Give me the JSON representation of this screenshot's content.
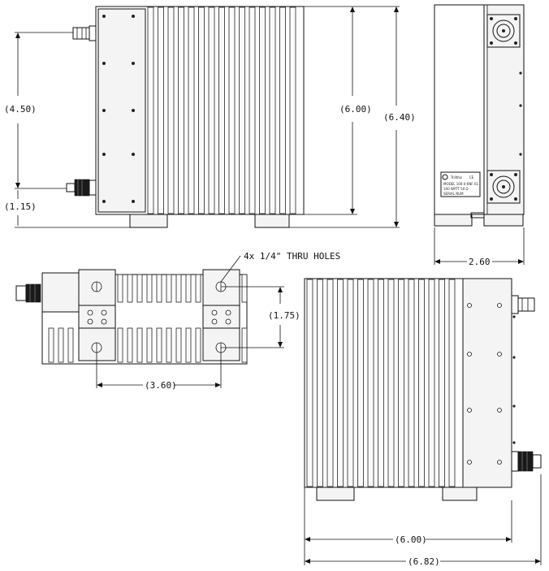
{
  "dimensions": {
    "front_left_upper": "(4.50)",
    "front_left_lower": "(1.15)",
    "front_height_inner": "(6.00)",
    "front_height_outer": "(6.40)",
    "side_width": "2.60",
    "bottom_mount_spacing_horizontal": "(3.60)",
    "bottom_mount_spacing_vertical": "(1.75)",
    "top_width_inner": "(6.00)",
    "top_width_outer": "(6.82)"
  },
  "notes": {
    "holes": "4x 1/4\" THRU HOLES"
  },
  "label_plate": {
    "brand": "Trilithic",
    "mark": "CE",
    "line1": "MODEL 100-4-6NF-01",
    "line2": "100 WATT   50 Ω",
    "line3": "SERIAL NUM"
  },
  "colors": {
    "line": "#111111",
    "background": "#ffffff",
    "connector": "#1a1a1a"
  }
}
